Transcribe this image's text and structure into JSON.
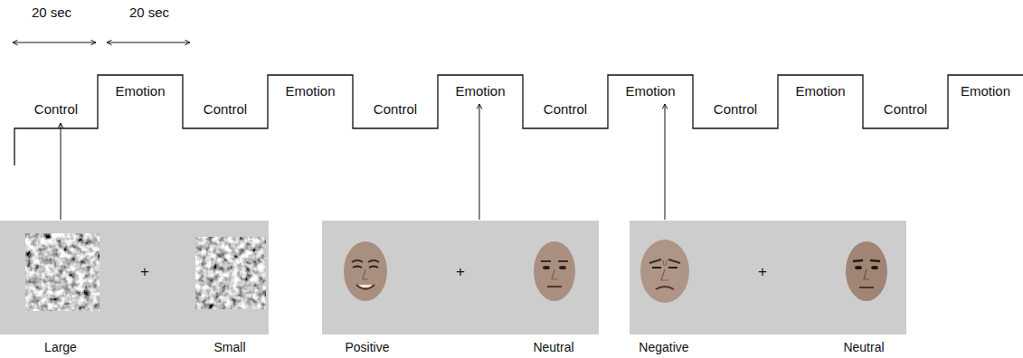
{
  "diagram": {
    "labels": [
      "20 sec",
      "20 sec",
      "Control",
      "Emotion",
      "Control",
      "Emotion",
      "Control",
      "Emotion",
      "Control",
      "Emotion",
      "Control",
      "Emotion",
      "Control",
      "Emotion",
      "+",
      "+",
      "+",
      "Large",
      "Small",
      "Positive",
      "Neutral",
      "Negative",
      "Neutral"
    ]
  }
}
